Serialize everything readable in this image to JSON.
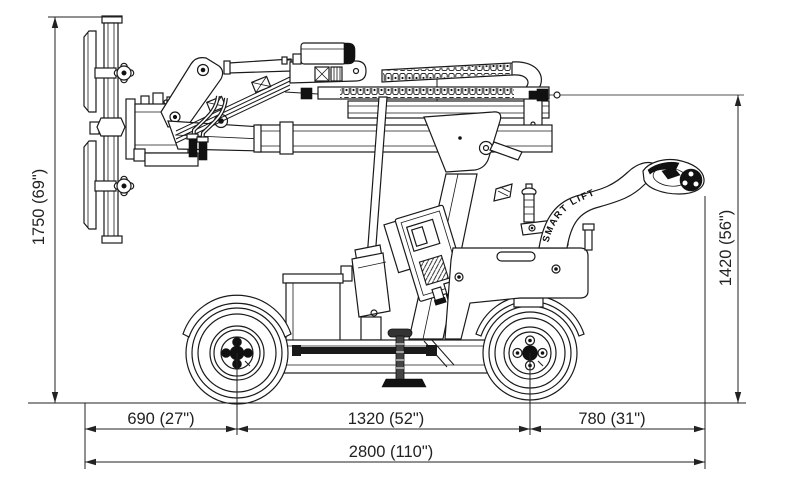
{
  "drawing": {
    "brand": "SMART LIFT",
    "dimensions": {
      "overall_height": "1750 (69\")",
      "handle_height": "1420 (56\")",
      "front_overhang": "690 (27\")",
      "wheelbase": "1320 (52\")",
      "rear_overhang": "780 (31\")",
      "overall_length": "2800 (110\")"
    }
  }
}
